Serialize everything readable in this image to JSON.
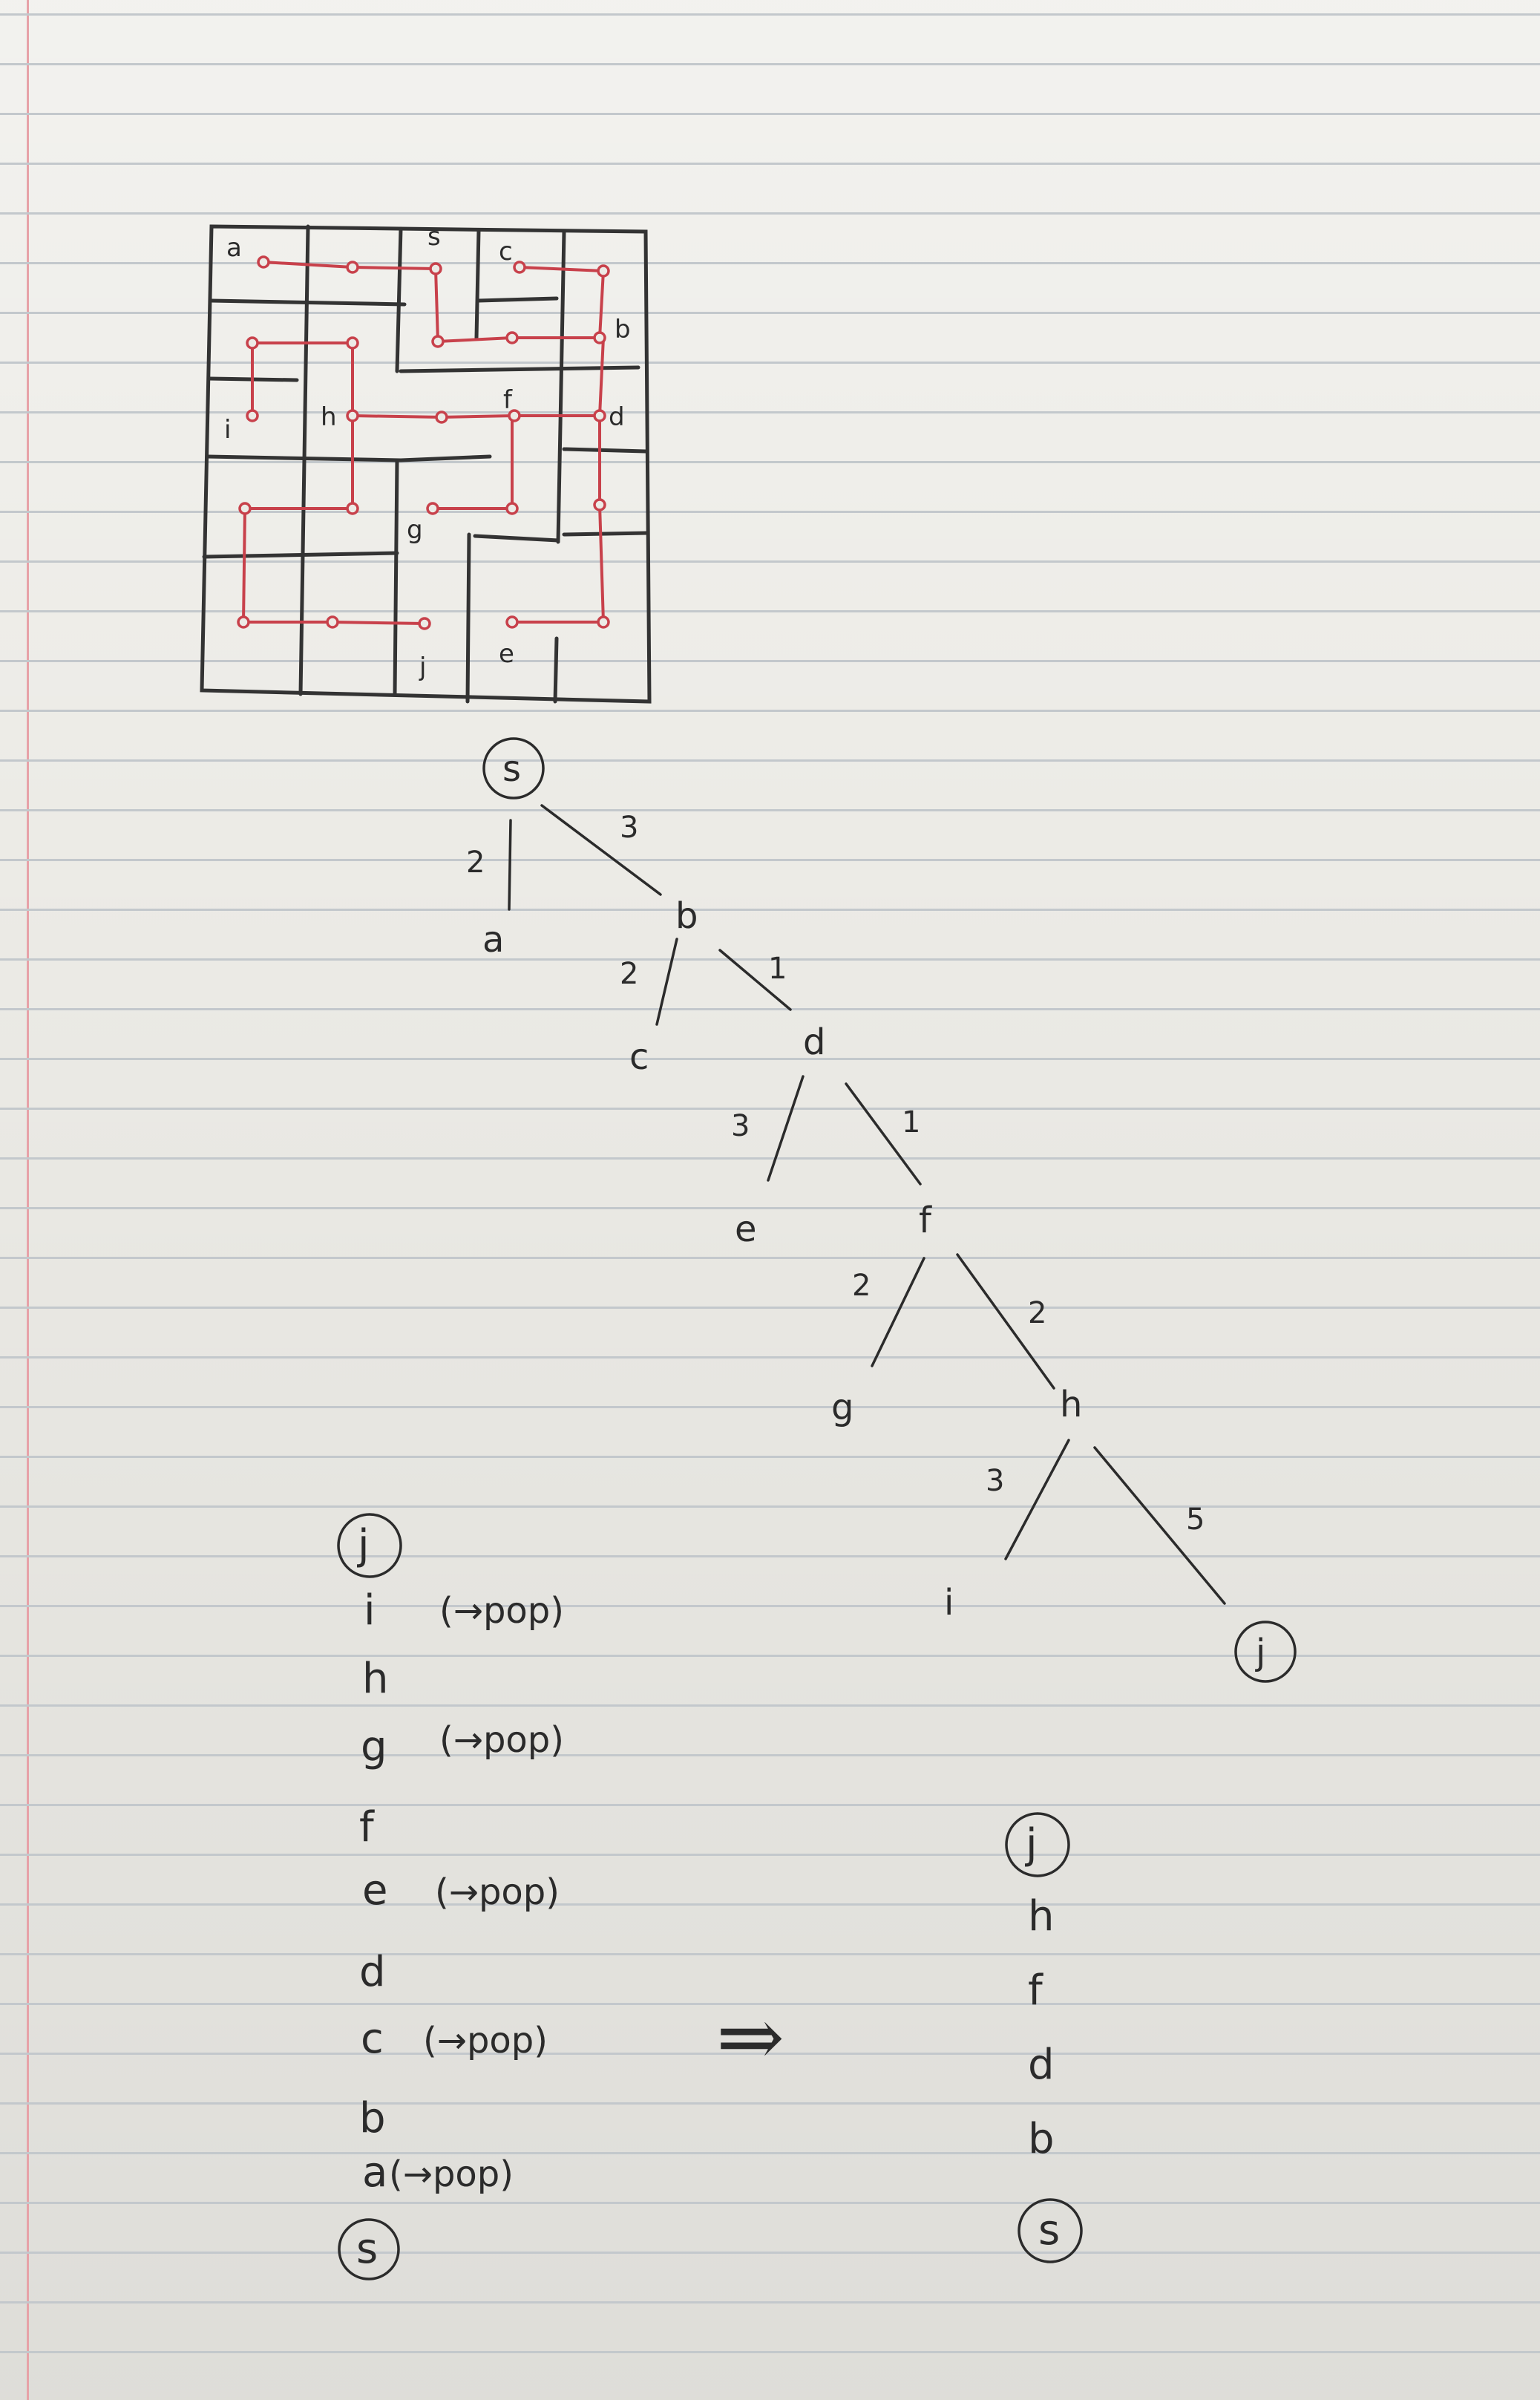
{
  "maze": {
    "labels": [
      "a",
      "s",
      "c",
      "b",
      "i",
      "h",
      "f",
      "d",
      "g",
      "j",
      "e"
    ]
  },
  "tree": {
    "nodes": [
      "s",
      "a",
      "b",
      "c",
      "d",
      "e",
      "f",
      "g",
      "h",
      "i",
      "j"
    ],
    "edges": [
      {
        "from": "s",
        "to": "a",
        "weight": "2"
      },
      {
        "from": "s",
        "to": "b",
        "weight": "3"
      },
      {
        "from": "b",
        "to": "c",
        "weight": "2"
      },
      {
        "from": "b",
        "to": "d",
        "weight": "1"
      },
      {
        "from": "d",
        "to": "e",
        "weight": "3"
      },
      {
        "from": "d",
        "to": "f",
        "weight": "1"
      },
      {
        "from": "f",
        "to": "g",
        "weight": "2"
      },
      {
        "from": "f",
        "to": "h",
        "weight": "2"
      },
      {
        "from": "h",
        "to": "i",
        "weight": "3"
      },
      {
        "from": "h",
        "to": "j",
        "weight": "5"
      }
    ],
    "circled": [
      "s",
      "j"
    ]
  },
  "stack": {
    "items": [
      {
        "node": "j",
        "note": ""
      },
      {
        "node": "i",
        "note": "(→pop)"
      },
      {
        "node": "h",
        "note": ""
      },
      {
        "node": "g",
        "note": "(→pop)"
      },
      {
        "node": "f",
        "note": ""
      },
      {
        "node": "e",
        "note": "(→pop)"
      },
      {
        "node": "d",
        "note": ""
      },
      {
        "node": "c",
        "note": "(→pop)"
      },
      {
        "node": "b",
        "note": ""
      },
      {
        "node": "a",
        "note": "(→pop)"
      },
      {
        "node": "s",
        "note": ""
      }
    ]
  },
  "arrow": "⇒",
  "path": {
    "items": [
      "j",
      "h",
      "f",
      "d",
      "b",
      "s"
    ]
  }
}
